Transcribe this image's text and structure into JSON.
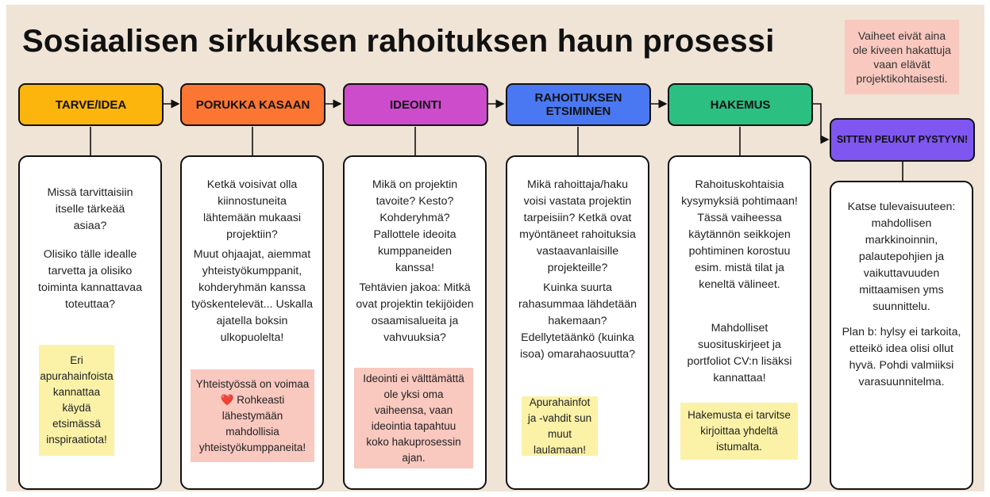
{
  "title": "Sosiaalisen sirkuksen rahoituksen haun prosessi",
  "note_top": "Vaiheet eivät aina ole kiveen hakattuja vaan elävät projektikohtaisesti.",
  "colors": {
    "background": "#efe4d6",
    "stage1": "#fbb50c",
    "stage2": "#fb7632",
    "stage3": "#cc4ccc",
    "stage4": "#4a78f2",
    "stage5": "#2cbf82",
    "stage6": "#7f56f0",
    "sticky_yellow": "#fbf2a8",
    "sticky_pink": "#f9c8bf"
  },
  "stages": [
    {
      "title": "TARVE/IDEA",
      "paragraphs": [
        "Missä tarvittaisiin itselle tärkeää asiaa?",
        "Olisiko tälle idealle tarvetta ja olisiko toiminta kannattavaa toteuttaa?"
      ],
      "sticky": "Eri apurahainfoista kannattaa käydä etsimässä inspiraatiota!"
    },
    {
      "title": "PORUKKA KASAAN",
      "paragraphs": [
        "Ketkä voisivat olla kiinnostuneita lähtemään mukaasi projektiin?",
        "Muut ohjaajat, aiemmat yhteistyökumppanit, kohderyhmän kanssa työskentelevät... Uskalla ajatella boksin ulkopuolelta!"
      ],
      "sticky": "Yhteistyössä on voimaa ❤️ Rohkeasti lähestymään mahdollisia yhteistyökumppaneita!"
    },
    {
      "title": "IDEOINTI",
      "paragraphs": [
        "Mikä on projektin tavoite? Kesto? Kohderyhmä? Pallottele ideoita kumppaneiden kanssa!",
        "Tehtävien jakoa: Mitkä ovat projektin tekijöiden osaamisalueita ja vahvuuksia?"
      ],
      "sticky": "Ideointi ei välttämättä ole yksi oma vaiheensa, vaan ideointia tapahtuu koko hakuprosessin ajan."
    },
    {
      "title": "RAHOITUKSEN ETSIMINEN",
      "paragraphs": [
        "Mikä rahoittaja/haku voisi vastata projektin tarpeisiin? Ketkä ovat myöntäneet rahoituksia vastaavanlaisille projekteille?",
        "Kuinka suurta rahasummaa lähdetään hakemaan? Edellytetäänkö (kuinka isoa) omarahaosuutta?"
      ],
      "sticky": "Apurahainfot ja -vahdit sun muut laulamaan!"
    },
    {
      "title": "HAKEMUS",
      "paragraphs": [
        "Rahoituskohtaisia kysymyksiä pohtimaan! Tässä vaiheessa käytännön seikkojen pohtiminen korostuu esim. mistä tilat ja keneltä välineet.",
        "Mahdolliset suosituskirjeet ja portfoliot CV:n lisäksi kannattaa!"
      ],
      "sticky": "Hakemusta ei tarvitse kirjoittaa yhdeltä istumalta."
    },
    {
      "title": "SITTEN PEUKUT PYSTYYN!",
      "paragraphs": [
        "Katse tulevaisuuteen: mahdollisen markkinoinnin, palautepohjien ja vaikuttavuuden mittaamisen yms suunnittelu.",
        "Plan b: hylsy ei tarkoita, etteikö idea olisi ollut hyvä. Pohdi valmiiksi varasuunnitelma."
      ],
      "sticky": ""
    }
  ]
}
